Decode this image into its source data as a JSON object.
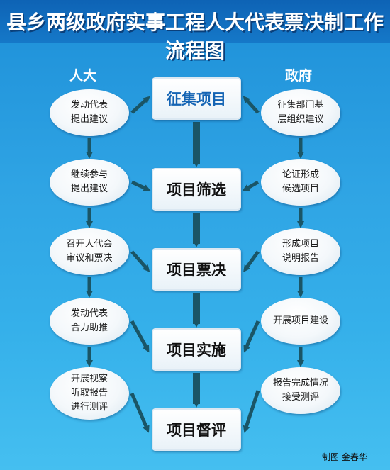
{
  "title": "县乡两级政府实事工程人大代表票决制工作流程图",
  "left_header": "人大",
  "right_header": "政府",
  "steps": [
    "征集项目",
    "项目筛选",
    "项目票决",
    "项目实施",
    "项目督评"
  ],
  "left_items": [
    "发动代表\n提出建议",
    "继续参与\n提出建议",
    "召开人代会\n审议和票决",
    "发动代表\n合力助推",
    "开展视察\n听取报告\n进行测评"
  ],
  "right_items": [
    "征集部门基\n层组织建议",
    "论证形成\n候选项目",
    "形成项目\n说明报告",
    "开展项目建设",
    "报告完成情况\n接受测评"
  ],
  "credit": "制图  金春华",
  "colors": {
    "arrow": "#1a5566",
    "title_bg": "#1168ba",
    "background": "#2fa4e4"
  }
}
